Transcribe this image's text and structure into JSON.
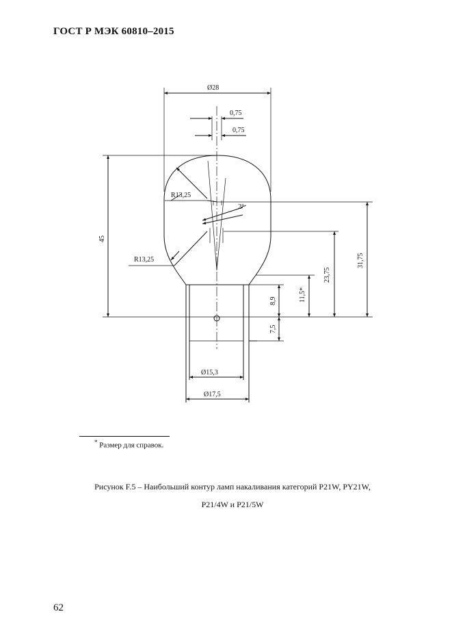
{
  "header": {
    "title": "ГОСТ Р МЭК 60810–2015"
  },
  "drawing": {
    "dimensions": {
      "d28": "Ø28",
      "w075_top": "0,75",
      "w075_bottom": "0,75",
      "r_upper": "R13,25",
      "r_lower": "R13,25",
      "angle": "2°",
      "h45": "45",
      "h31_75": "31,75",
      "h23_75": "23,75",
      "h11_5": "11,5*",
      "h8_9": "8,9",
      "h7_5": "7,5",
      "d15_3": "Ø15,3",
      "d17_5": "Ø17,5"
    }
  },
  "footnote": {
    "mark": "*",
    "text": "Размер для справок."
  },
  "caption": {
    "line1": "Рисунок F.5 – Наибольший контур ламп накаливания категорий P21W, PY21W,",
    "line2": "P21/4W и P21/5W"
  },
  "page": {
    "number": "62"
  }
}
